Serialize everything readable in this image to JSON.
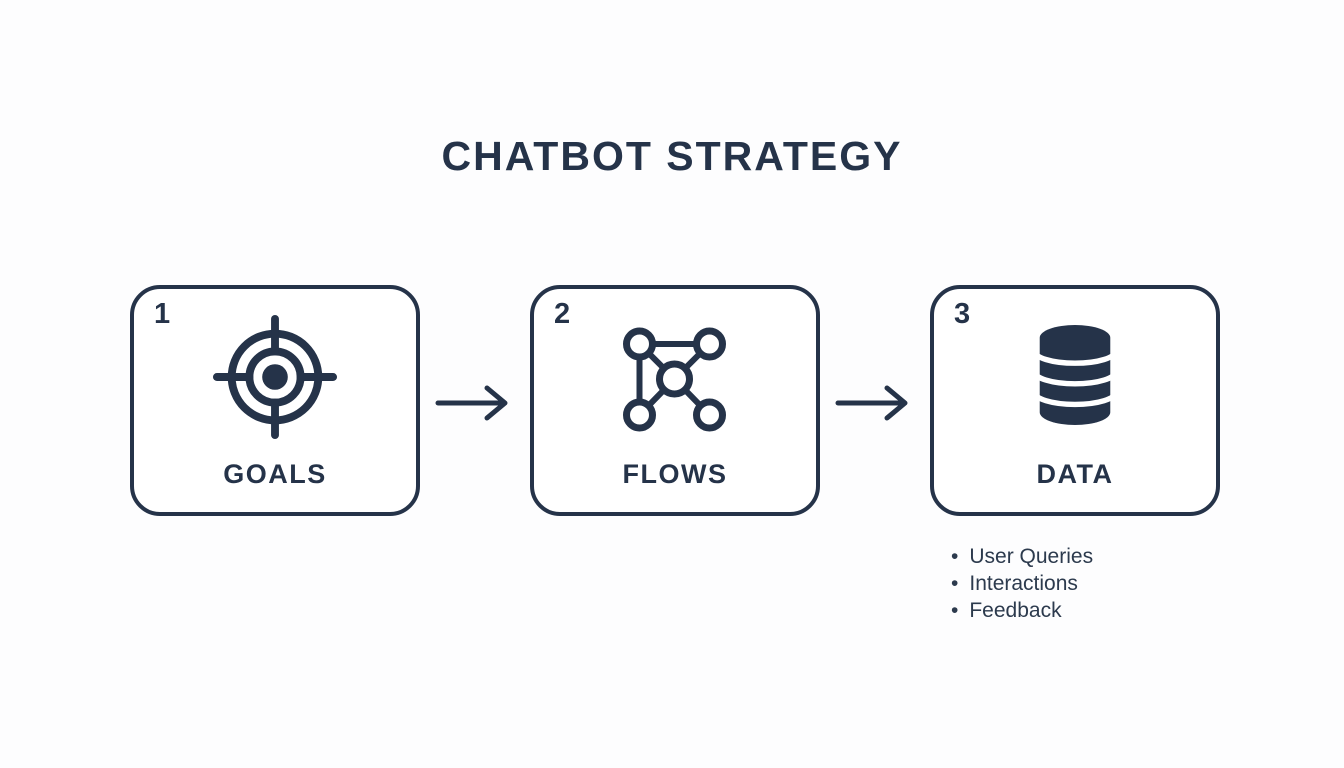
{
  "title": "CHATBOT STRATEGY",
  "colors": {
    "ink": "#253349",
    "card_background": "#ffffff",
    "page_background": "#fdfdfe"
  },
  "steps": [
    {
      "number": "1",
      "label": "GOALS",
      "icon": "target-icon"
    },
    {
      "number": "2",
      "label": "FLOWS",
      "icon": "network-icon"
    },
    {
      "number": "3",
      "label": "DATA",
      "icon": "database-icon"
    }
  ],
  "arrows": [
    {
      "icon": "arrow-right-icon"
    },
    {
      "icon": "arrow-right-icon"
    }
  ],
  "data_notes": {
    "bullet_glyph": "•",
    "items": [
      "User Queries",
      "Interactions",
      "Feedback"
    ]
  }
}
